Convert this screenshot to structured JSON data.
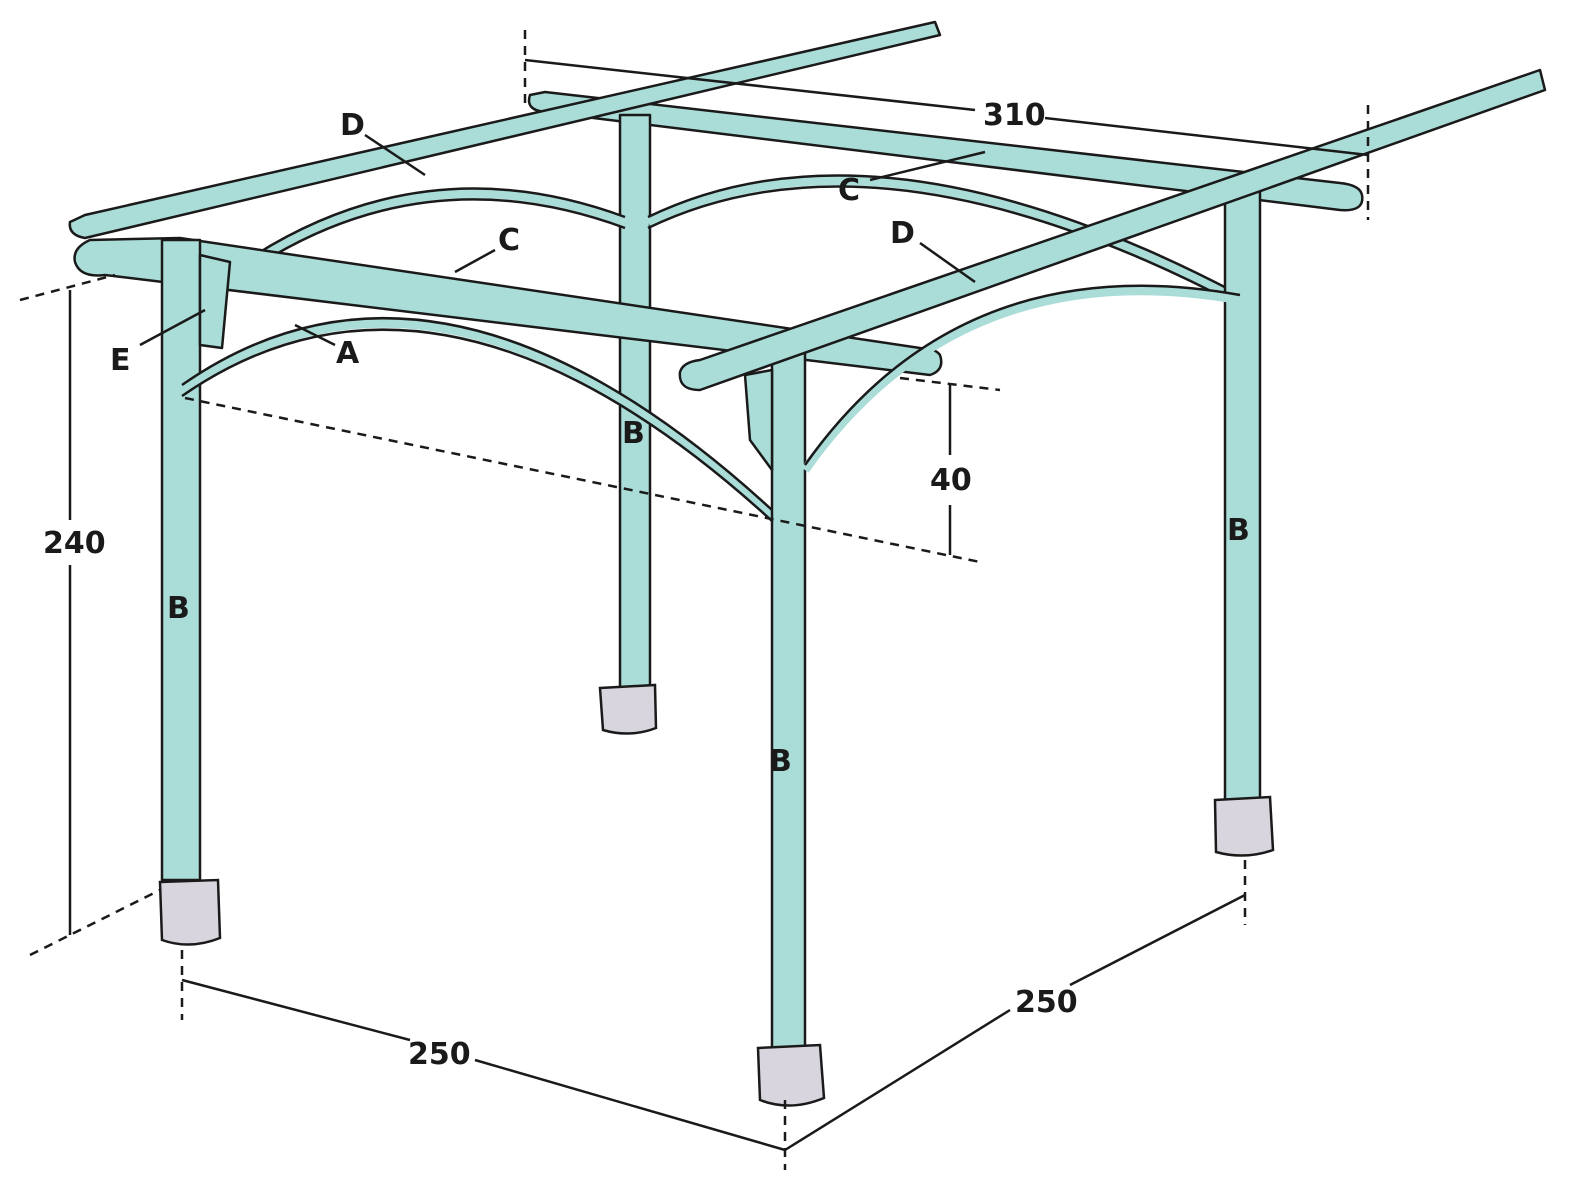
{
  "labels": {
    "A": "A",
    "B": "B",
    "C": "C",
    "D": "D",
    "E": "E"
  },
  "dimensions": {
    "depth_top": "310",
    "height": "240",
    "arch_height": "40",
    "width_front": "250",
    "width_side": "250"
  },
  "colors": {
    "wood": "#aadcd8",
    "footing": "#d9d5de",
    "ink": "#1a1a1a"
  }
}
